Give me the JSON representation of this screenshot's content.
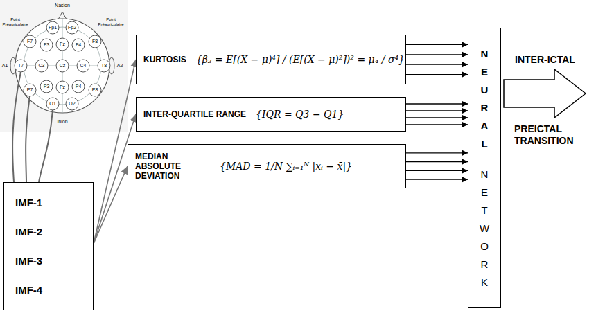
{
  "diagram": {
    "nodes": [
      {
        "text": [
          "IMF-1",
          "IMF-2",
          "IMF-3",
          "IMF-4"
        ]
      },
      {
        "text": [
          "KURTOSIS",
          "{β₂ = E[(X − μ)⁴] / (E[(X − μ)²])² = μ₄ / σ⁴}"
        ]
      },
      {
        "text": [
          "INTER-QUARTILE RANGE",
          "{IQR = Q3 − Q1}"
        ]
      },
      {
        "text": [
          "MEDIAN ABSOLUTE DEVIATION",
          "{MAD = 1/N ∑ᵢ₌₁ᴺ |xᵢ − x̄|}"
        ]
      },
      {
        "text": [
          "NEURAL",
          "NETWORK"
        ]
      }
    ],
    "edges": [
      {
        "from": 0,
        "to": 1,
        "arrow": "to"
      },
      {
        "from": 0,
        "to": 2,
        "arrow": "to"
      },
      {
        "from": 0,
        "to": 3,
        "arrow": "to"
      },
      {
        "from": 1,
        "to": 4,
        "arrow": "to"
      },
      {
        "from": 1,
        "to": 4,
        "arrow": "to"
      },
      {
        "from": 1,
        "to": 4,
        "arrow": "to"
      },
      {
        "from": 1,
        "to": 4,
        "arrow": "to"
      },
      {
        "from": 2,
        "to": 4,
        "arrow": "to"
      },
      {
        "from": 2,
        "to": 4,
        "arrow": "to"
      },
      {
        "from": 2,
        "to": 4,
        "arrow": "to"
      },
      {
        "from": 2,
        "to": 4,
        "arrow": "to"
      },
      {
        "from": 3,
        "to": 4,
        "arrow": "to"
      },
      {
        "from": 3,
        "to": 4,
        "arrow": "to"
      },
      {
        "from": 3,
        "to": 4,
        "arrow": "to"
      },
      {
        "from": 3,
        "to": 4,
        "arrow": "to"
      }
    ],
    "labels": [
      "Nasion",
      "Point Préauriculaire",
      "Point Préauriculaire",
      "Fp1",
      "Fp2",
      "F7",
      "F3",
      "Fz",
      "F4",
      "F8",
      "A1",
      "T7",
      "C3",
      "Cz",
      "C4",
      "T8",
      "A2",
      "P7",
      "P3",
      "Pz",
      "P4",
      "P8",
      "O1",
      "O2",
      "Inion",
      "INTER-ICTAL",
      "PREICTAL TRANSITION"
    ]
  }
}
